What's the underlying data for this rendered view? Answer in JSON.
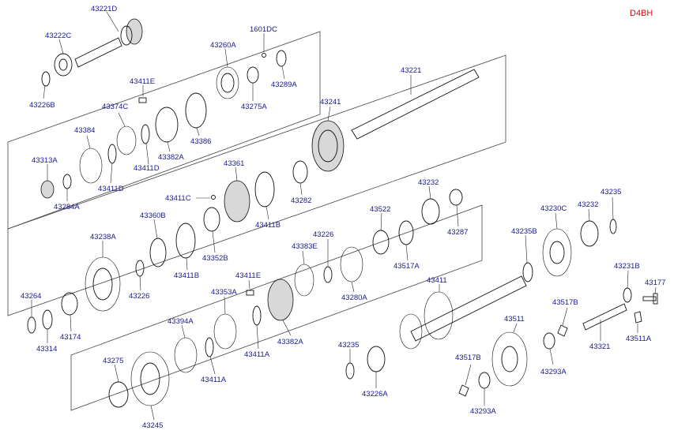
{
  "diagram": {
    "model_code": "D4BH",
    "part_labels": [
      "43221D",
      "43222C",
      "43226B",
      "1601DC",
      "43289A",
      "43260A",
      "43275A",
      "43411E",
      "43374C",
      "43382A",
      "43386",
      "43384",
      "43411D",
      "43411D",
      "43313A",
      "43284A",
      "43221",
      "43241",
      "43361",
      "43282",
      "43411C",
      "43411B",
      "43352B",
      "43360B",
      "43411B",
      "43238A",
      "43226",
      "43264",
      "43174",
      "43314",
      "43226",
      "43232",
      "43522",
      "43287",
      "43517A",
      "43383E",
      "43280A",
      "43411E",
      "43353A",
      "43394A",
      "43411A",
      "43382A",
      "43411A",
      "43275",
      "43245",
      "43235",
      "43226A",
      "43411",
      "43235B",
      "43230C",
      "43232",
      "43235",
      "43231B",
      "43177",
      "43517B",
      "43511",
      "43321",
      "43511A",
      "43517B",
      "43293A",
      "43293A"
    ]
  }
}
